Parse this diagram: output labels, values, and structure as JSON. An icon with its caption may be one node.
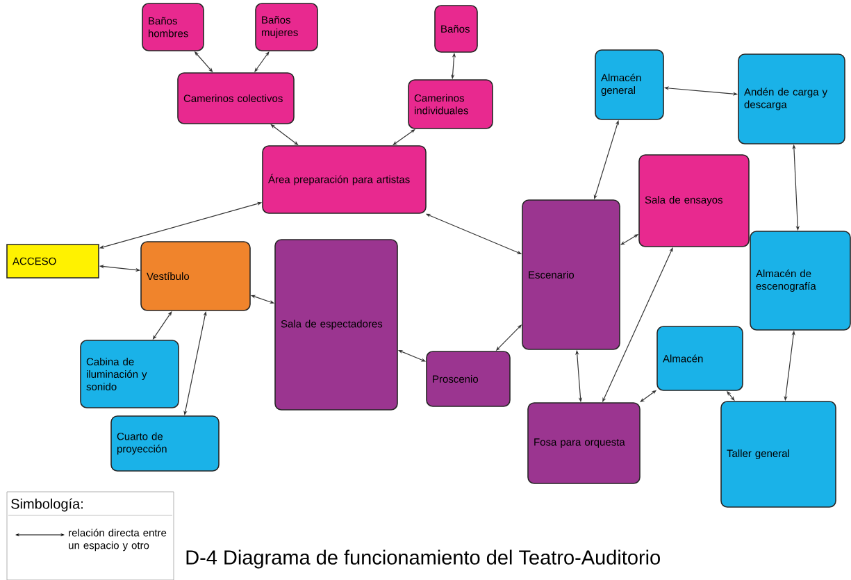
{
  "diagram": {
    "title": "D-4 Diagrama de funcionamiento del Teatro-Auditorio",
    "nodes": [
      {
        "text": [
          "Baños hombres"
        ]
      },
      {
        "text": [
          "Baños mujeres"
        ]
      },
      {
        "text": [
          "Baños"
        ]
      },
      {
        "text": [
          "Camerinos colectivos"
        ]
      },
      {
        "text": [
          "Camerinos individuales"
        ]
      },
      {
        "text": [
          "Almacén general"
        ]
      },
      {
        "text": [
          "Andén de carga y descarga"
        ]
      },
      {
        "text": [
          "Área preparación para artistas"
        ]
      },
      {
        "text": [
          "Sala de ensayos"
        ]
      },
      {
        "text": [
          "ACCESO"
        ]
      },
      {
        "text": [
          "Vestíbulo"
        ]
      },
      {
        "text": [
          "Escenario"
        ]
      },
      {
        "text": [
          "Almacén de escenografía"
        ]
      },
      {
        "text": [
          "Sala de espectadores"
        ]
      },
      {
        "text": [
          "Cabina de iluminación y sonido"
        ]
      },
      {
        "text": [
          "Almacén"
        ]
      },
      {
        "text": [
          "Proscenio"
        ]
      },
      {
        "text": [
          "Cuarto de proyección"
        ]
      },
      {
        "text": [
          "Fosa para orquesta"
        ]
      },
      {
        "text": [
          "Taller general"
        ]
      }
    ],
    "edges": [
      {
        "from": 0,
        "to": 3,
        "arrow": "both"
      },
      {
        "from": 1,
        "to": 3,
        "arrow": "both"
      },
      {
        "from": 2,
        "to": 4,
        "arrow": "both"
      },
      {
        "from": 3,
        "to": 7,
        "arrow": "both"
      },
      {
        "from": 4,
        "to": 7,
        "arrow": "both"
      },
      {
        "from": 7,
        "to": 9,
        "arrow": "both"
      },
      {
        "from": 7,
        "to": 11,
        "arrow": "both"
      },
      {
        "from": 9,
        "to": 10,
        "arrow": "both"
      },
      {
        "from": 10,
        "to": 13,
        "arrow": "both"
      },
      {
        "from": 10,
        "to": 14,
        "arrow": "both"
      },
      {
        "from": 10,
        "to": 17,
        "arrow": "both"
      },
      {
        "from": 13,
        "to": 16,
        "arrow": "both"
      },
      {
        "from": 16,
        "to": 11,
        "arrow": "both"
      },
      {
        "from": 11,
        "to": 5,
        "arrow": "both"
      },
      {
        "from": 11,
        "to": 8,
        "arrow": "both"
      },
      {
        "from": 11,
        "to": 18,
        "arrow": "both"
      },
      {
        "from": 8,
        "to": 18,
        "arrow": "both"
      },
      {
        "from": 5,
        "to": 6,
        "arrow": "both"
      },
      {
        "from": 6,
        "to": 12,
        "arrow": "both"
      },
      {
        "from": 12,
        "to": 19,
        "arrow": "both"
      },
      {
        "from": 15,
        "to": 19,
        "arrow": "both"
      },
      {
        "from": 15,
        "to": 18,
        "arrow": "both"
      }
    ],
    "labels": [
      "Simbología:"
    ],
    "legend": [
      {
        "text": "relación directa entre un espacio y otro"
      }
    ]
  }
}
